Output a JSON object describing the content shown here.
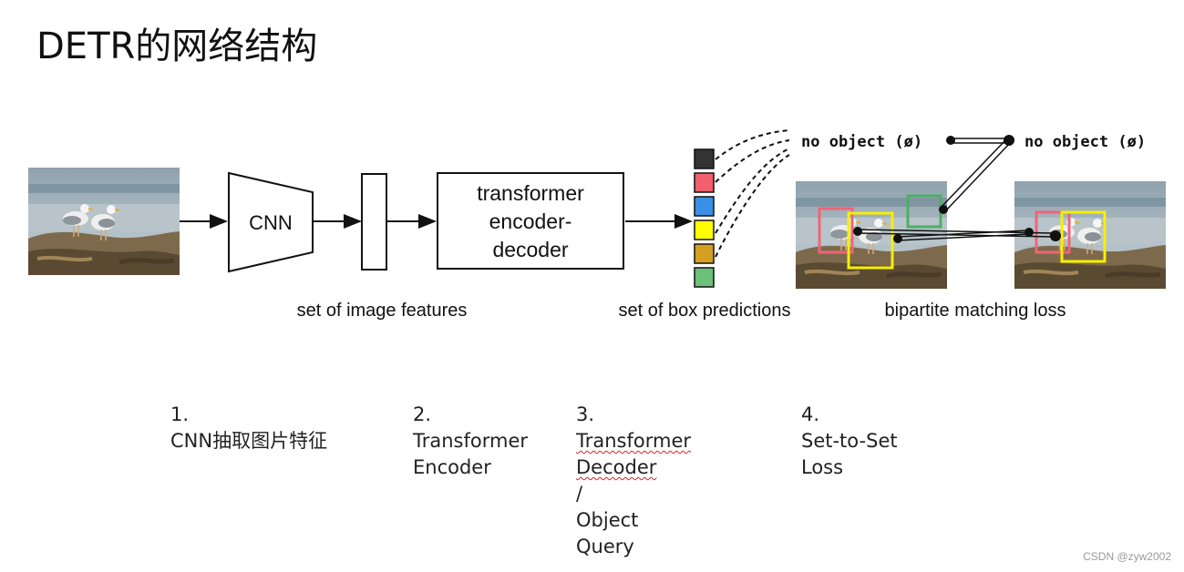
{
  "title": "DETR的网络结构",
  "diagram": {
    "cnn_label": "CNN",
    "transformer_lines": [
      "transformer",
      "encoder-",
      "decoder"
    ],
    "captions": {
      "features": "set of image features",
      "predictions": "set of box predictions",
      "matching": "bipartite matching loss"
    },
    "no_object_left": "no object (ø)",
    "no_object_right": "no object (ø)",
    "prediction_colors": [
      "#333333",
      "#f0606e",
      "#3a8fe6",
      "#ffff00",
      "#d4a020",
      "#6cc07a"
    ],
    "box_colors": {
      "pink": "#f06478",
      "yellow": "#f5f000",
      "green": "#4caf64"
    }
  },
  "steps": [
    {
      "num": "1.",
      "lines": [
        "CNN抽取图片特征"
      ]
    },
    {
      "num": "2.",
      "lines": [
        "Transformer",
        "Encoder"
      ]
    },
    {
      "num": "3.",
      "lines": [
        "Transformer",
        "Decoder",
        "/",
        "Object",
        "Query"
      ]
    },
    {
      "num": "4.",
      "lines": [
        "Set-to-Set",
        "Loss"
      ]
    }
  ],
  "watermark": "CSDN @zyw2002"
}
